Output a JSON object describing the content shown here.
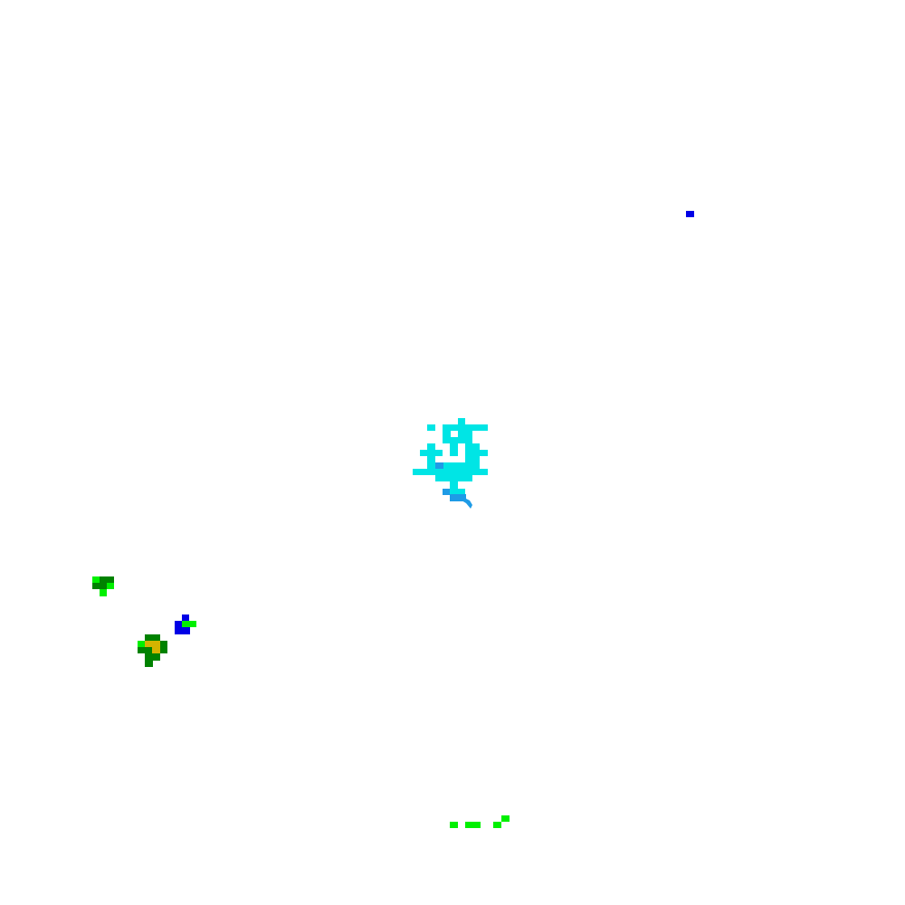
{
  "map": {
    "background": "#ffffff",
    "palette": {
      "cyan": "#00e5e5",
      "light-blue": "#1e9be6",
      "blue": "#0000e6",
      "bright-green": "#00f000",
      "dark-green": "#008200",
      "gold": "#d4b400"
    },
    "features": [
      {
        "name": "cyan-cluster",
        "color": "#00e5e5"
      },
      {
        "name": "light-blue-streak",
        "color": "#1e9be6"
      },
      {
        "name": "blue-dot-top-right",
        "color": "#0000e6"
      },
      {
        "name": "green-cluster-left-upper",
        "color": "#008200"
      },
      {
        "name": "blue-green-cluster-left-middle",
        "color": "#0000e6"
      },
      {
        "name": "green-gold-cluster-left-lower",
        "color": "#008200"
      },
      {
        "name": "green-dashes-bottom",
        "color": "#00f000"
      }
    ]
  }
}
